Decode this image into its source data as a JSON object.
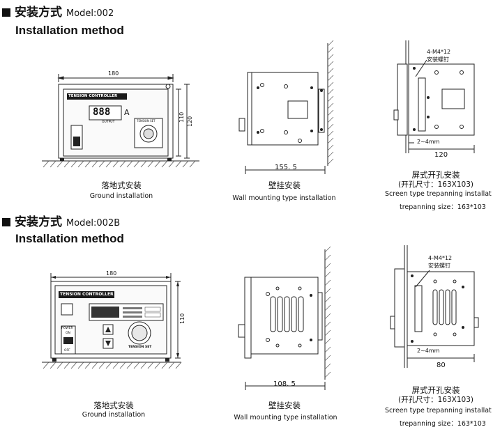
{
  "section1": {
    "title_zh": "安装方式",
    "model": "Model:002",
    "title_en": "Installation method"
  },
  "section2": {
    "title_zh": "安装方式",
    "model": "Model:002B",
    "title_en": "Installation method"
  },
  "model002": {
    "front": {
      "width_dim": "180",
      "height_dim_inner": "110",
      "height_dim_outer": "120",
      "brand_label": "TENSION CONTROLLER",
      "display_digits": "888",
      "unit": "A",
      "output_label": "OUTPUT",
      "knob_label": "TENSION SET",
      "caption_zh": "落地式安装",
      "caption_en": "Ground installation"
    },
    "wall": {
      "depth_dim": "155. 5",
      "caption_zh": "壁挂安装",
      "caption_en": "Wall mounting type installation"
    },
    "panel": {
      "screw_label": "4-M4*12",
      "screw_label_zh": "安装螺钉",
      "gap_dim": "2~4mm",
      "depth_dim": "120",
      "caption_zh": "屏式开孔安装",
      "cutout_zh": "(开孔尺寸：163X103)",
      "caption_en": "Screen type trepanning installat",
      "trepanning": "trepanning  size：163*103"
    }
  },
  "model002b": {
    "front": {
      "width_dim": "180",
      "height_dim": "110",
      "brand_label": "TENSION CONTROLLER",
      "power_label": "POWER",
      "on_label": "ON",
      "off_label": "OFF",
      "knob_label": "TENSION SET",
      "caption_zh": "落地式安装",
      "caption_en": "Ground installation"
    },
    "wall": {
      "depth_dim": "108. 5",
      "caption_zh": "壁挂安装",
      "caption_en": "Wall mounting type installation"
    },
    "panel": {
      "screw_label": "4-M4*12",
      "screw_label_zh": "安装螺钉",
      "gap_dim": "2~4mm",
      "depth_dim": "80",
      "caption_zh": "屏式开孔安装",
      "cutout_zh": "(开孔尺寸：163X103)",
      "caption_en": "Screen type trepanning installat",
      "trepanning": "trepanning  size：163*103"
    }
  },
  "colors": {
    "line": "#222222",
    "panel_fill": "#f4f4f4",
    "display": "#1a1a1a"
  }
}
